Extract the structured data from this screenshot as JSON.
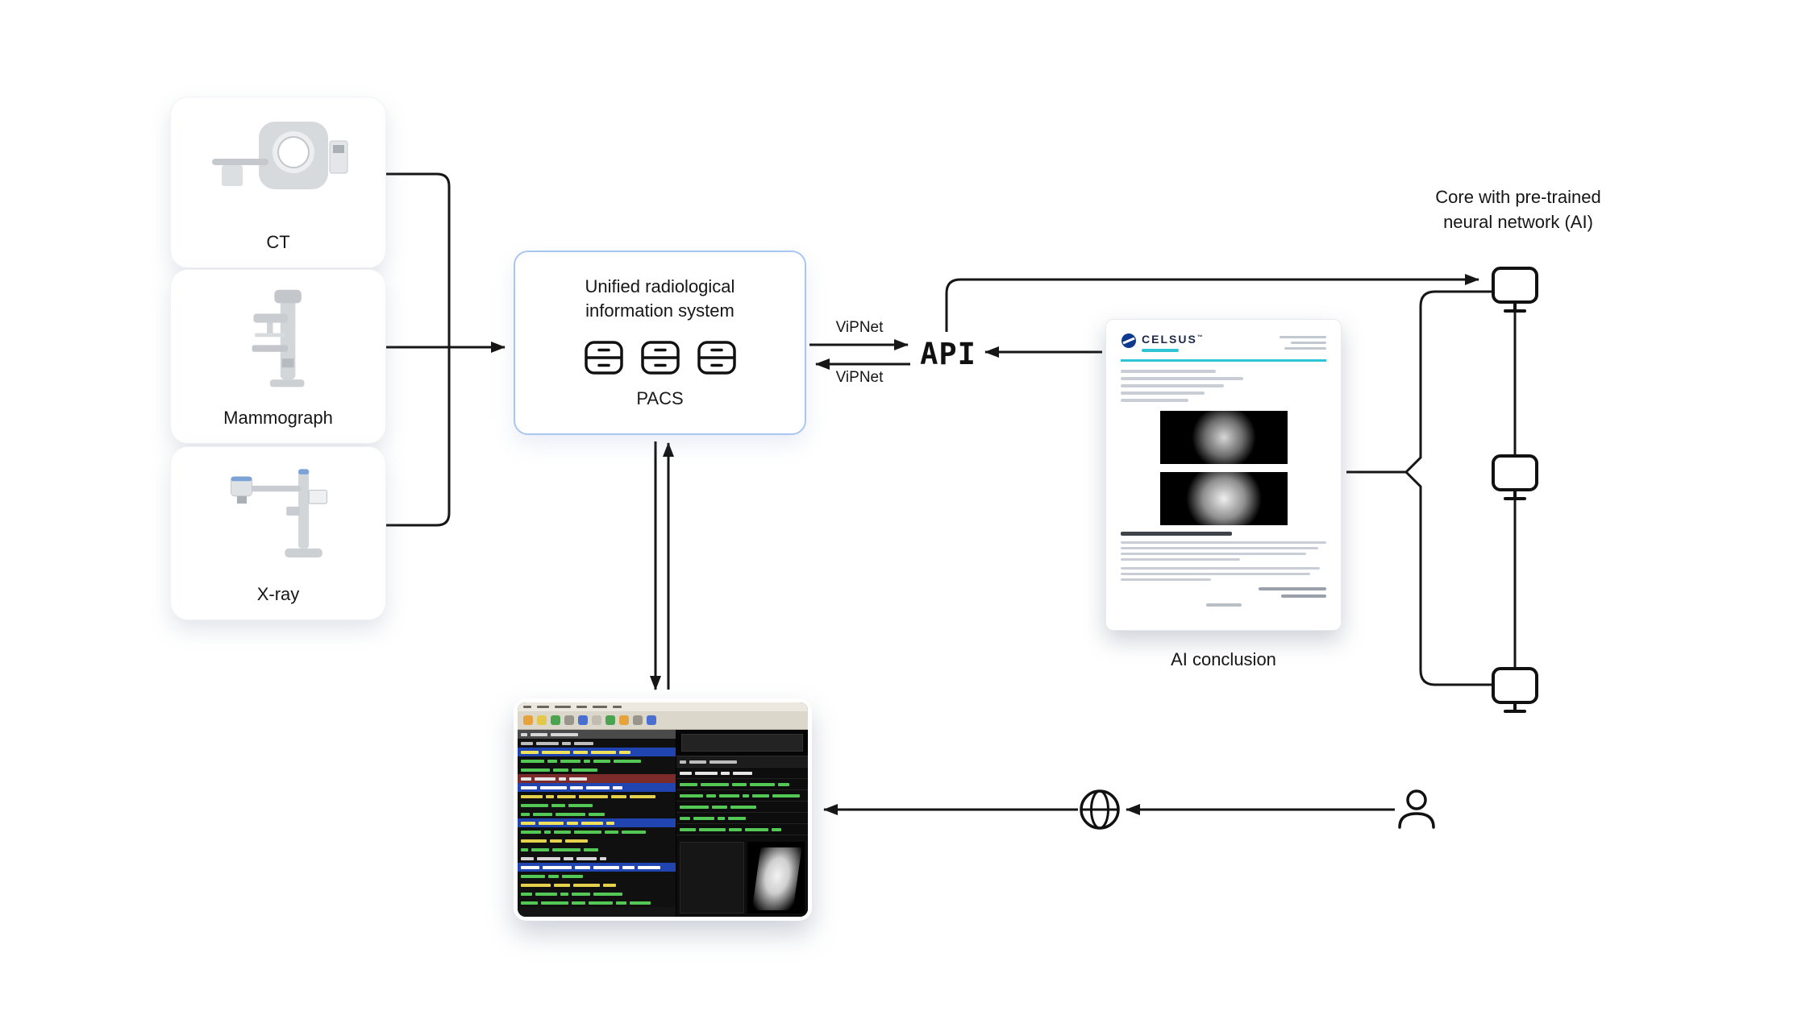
{
  "diagram": {
    "devices": [
      {
        "label": "CT"
      },
      {
        "label": "Mammograph"
      },
      {
        "label": "X-ray"
      }
    ],
    "pacs": {
      "title": [
        "Unified radiological",
        "information system"
      ],
      "label": "PACS"
    },
    "channel": {
      "top_label": "ViPNet",
      "bottom_label": "ViPNet",
      "api_label": "API"
    },
    "core": {
      "label": [
        "Core with pre-trained",
        "neural network (AI)"
      ]
    },
    "report": {
      "caption": "AI conclusion",
      "brand": "CELSUS",
      "tm": "™",
      "accent": "#2fc3d6"
    }
  },
  "colors": {
    "pacs_border": "#a9c5f2",
    "line": "#161616",
    "report_accent": "#2fc3d6"
  },
  "report_skeleton": {
    "meta": [
      58,
      44,
      52
    ],
    "info": [
      118,
      152,
      128,
      104,
      84
    ],
    "para1": [
      100,
      96,
      90,
      58
    ],
    "para2": [
      97,
      92,
      44
    ],
    "sign": [
      84,
      56
    ],
    "foot": [
      44
    ]
  },
  "workstation": {
    "menu_dashes": 6,
    "toolbar_icons": [
      "#e8a23c",
      "#e4c84a",
      "#4aa34e",
      "#9a958a",
      "#4a6fd0",
      "#c2bdb0",
      "#4aa34e",
      "#e8a23c",
      "#9a958a",
      "#4a6fd0"
    ],
    "left_rows": [
      {
        "bg": "#4a4a4a",
        "fg": "#d6d6d6"
      },
      {
        "bg": "#101010",
        "fg": "#bdbdbd"
      },
      {
        "bg": "#2145b0",
        "fg": "#f0e25a"
      },
      {
        "bg": "#101010",
        "fg": "#54c854"
      },
      {
        "bg": "#101010",
        "fg": "#54c854"
      },
      {
        "bg": "#7c2a2a",
        "fg": "#e6e6e6"
      },
      {
        "bg": "#2145b0",
        "fg": "#ffffff"
      },
      {
        "bg": "#101010",
        "fg": "#e3d14c"
      },
      {
        "bg": "#101010",
        "fg": "#54c854"
      },
      {
        "bg": "#101010",
        "fg": "#54c854"
      },
      {
        "bg": "#2145b0",
        "fg": "#f0e25a"
      },
      {
        "bg": "#101010",
        "fg": "#54c854"
      },
      {
        "bg": "#101010",
        "fg": "#e3d14c"
      },
      {
        "bg": "#101010",
        "fg": "#54c854"
      },
      {
        "bg": "#101010",
        "fg": "#d6d6d6"
      },
      {
        "bg": "#2145b0",
        "fg": "#ffffff"
      },
      {
        "bg": "#101010",
        "fg": "#54c854"
      },
      {
        "bg": "#101010",
        "fg": "#e3d14c"
      },
      {
        "bg": "#101010",
        "fg": "#54c854"
      },
      {
        "bg": "#101010",
        "fg": "#54c854"
      }
    ],
    "right_rows": [
      {
        "bg": "#1c1c1c",
        "fg": "#bdbdbd"
      },
      {
        "bg": "#0d0d0d",
        "fg": "#e6e6e6"
      },
      {
        "bg": "#0d0d0d",
        "fg": "#54c854"
      },
      {
        "bg": "#0d0d0d",
        "fg": "#54c854"
      },
      {
        "bg": "#0d0d0d",
        "fg": "#54c854"
      },
      {
        "bg": "#0d0d0d",
        "fg": "#54c854"
      },
      {
        "bg": "#0d0d0d",
        "fg": "#54c854"
      },
      {
        "bg": "#0d0d0d",
        "fg": "#e3d14c"
      }
    ]
  }
}
